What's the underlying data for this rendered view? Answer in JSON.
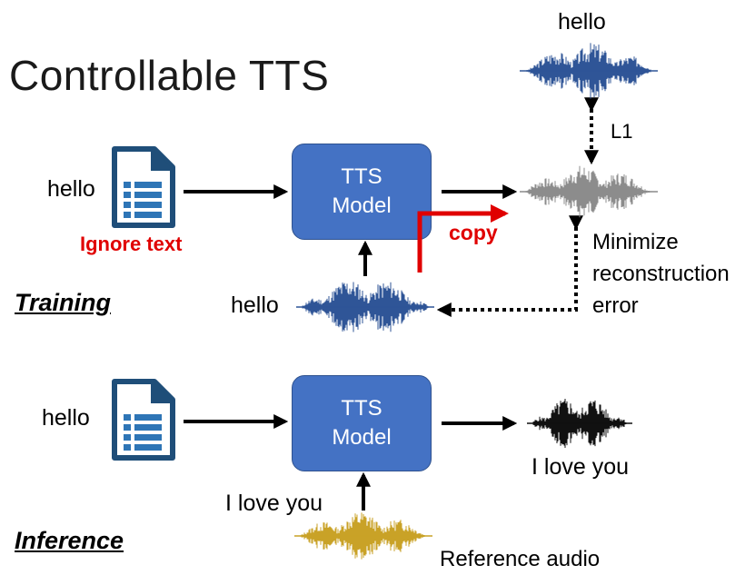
{
  "title": "Controllable TTS",
  "colors": {
    "box_fill": "#4472c4",
    "wave_blue": "#2f5597",
    "wave_gray": "#8c8c8c",
    "wave_black": "#111111",
    "wave_gold": "#c9a227",
    "copy_red": "#e00000"
  },
  "training": {
    "section_label": "Training",
    "input_text": "hello",
    "ignore_label": "Ignore text",
    "model_line1": "TTS",
    "model_line2": "Model",
    "copy_label": "copy",
    "target_text": "hello",
    "loss_label": "L1",
    "objective_line1": "Minimize",
    "objective_line2": "reconstruction",
    "objective_line3": "error",
    "reference_text": "hello"
  },
  "inference": {
    "section_label": "Inference",
    "input_text": "hello",
    "model_line1": "TTS",
    "model_line2": "Model",
    "reference_text": "I love you",
    "output_text": "I love you",
    "reference_label": "Reference audio"
  }
}
